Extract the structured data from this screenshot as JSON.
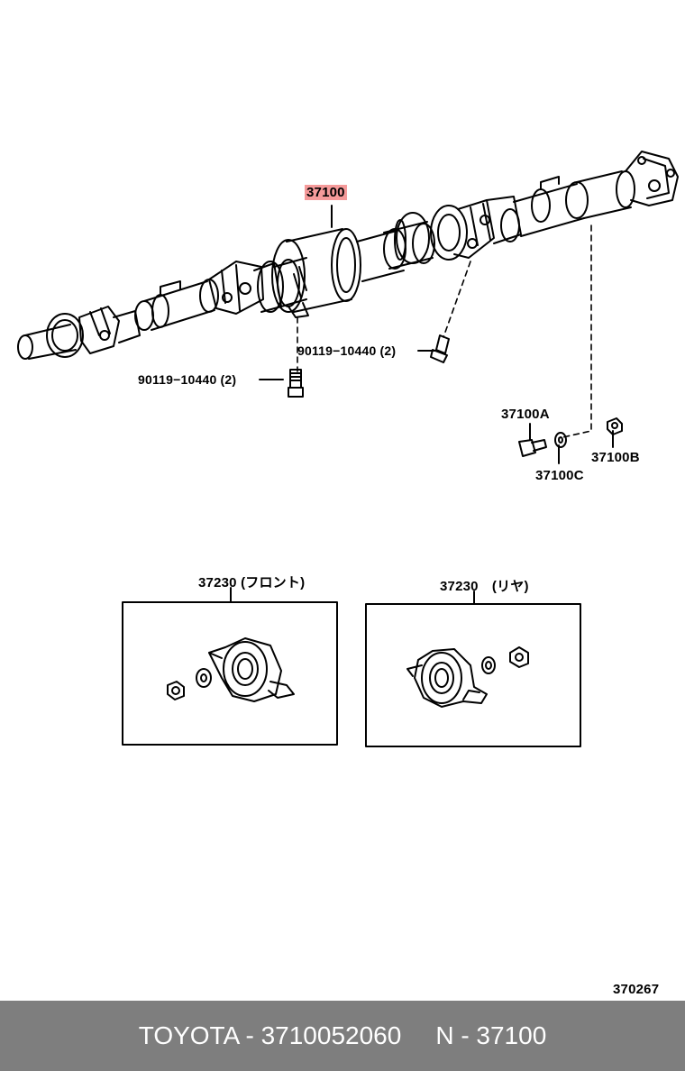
{
  "callouts": {
    "main_part": "37100",
    "bolt_right": "90119−10440 (2)",
    "bolt_left": "90119−10440 (2)",
    "part_a": "37100A",
    "part_b": "37100B",
    "part_c": "37100C",
    "bearing_front": "37230 (フロント)",
    "bearing_rear": "37230　(リヤ)",
    "illustration_no": "370267"
  },
  "colors": {
    "highlight": "#f59a9a",
    "footer_bg": "#7e7e7e",
    "footer_text": "#ffffff"
  },
  "footer": {
    "brand_part": "TOYOTA - 3710052060",
    "ref": "N - 37100"
  }
}
